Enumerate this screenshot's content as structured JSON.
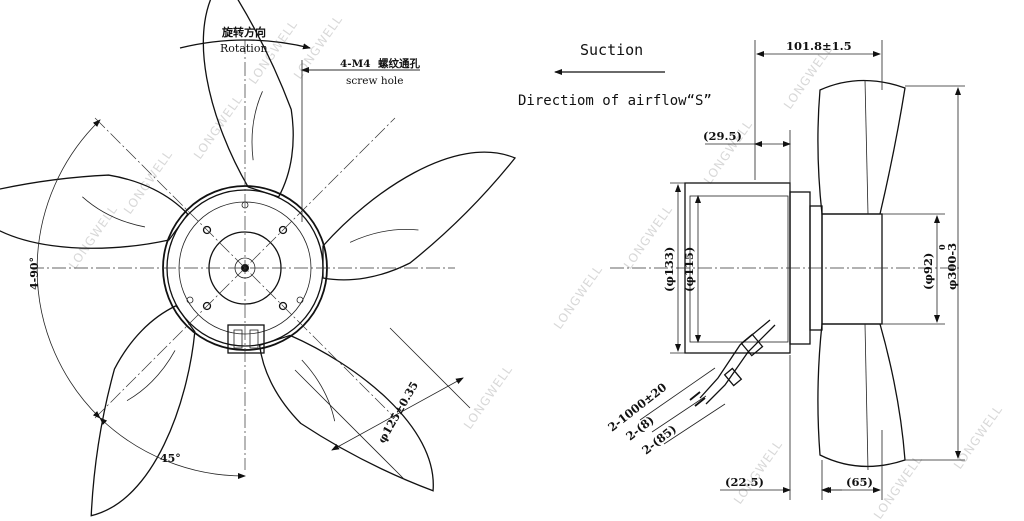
{
  "front_view": {
    "rotation_cn": "旋转方向",
    "rotation_en": "Rotation",
    "screw_spec": "4-M4",
    "screw_cn": "螺纹通孔",
    "screw_en": "screw hole",
    "angle_4x90": "4-90°",
    "angle_45": "45°",
    "dia_125": "φ125±0.35"
  },
  "side_view": {
    "suction": "Suction",
    "airflow": "Directiom of airflow“S”",
    "dim_101_8": "101.8±1.5",
    "dim_29_5": "(29.5)",
    "dim_phi133": "(φ133)",
    "dim_phi115": "(φ115)",
    "dim_phi92": "(φ92)",
    "dim_phi300": "φ300-3",
    "dim_phi300_tol": "0",
    "lead_1000": "2-1000±20",
    "lead_8": "2-(8)",
    "lead_85": "2-(85)",
    "dim_22_5": "(22.5)",
    "dim_65": "(65)"
  },
  "watermark": "LONGWELL",
  "colors": {
    "line": "#111111",
    "watermark": "#d8d8d8",
    "background": "#ffffff"
  }
}
